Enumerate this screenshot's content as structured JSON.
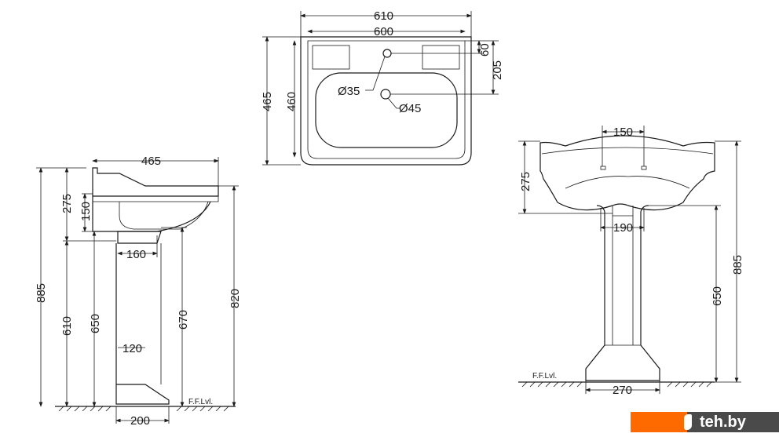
{
  "top_view": {
    "width_outer": "610",
    "width_inner": "600",
    "depth_outer": "465",
    "depth_inner": "460",
    "tap_offset": "60",
    "drain_offset": "205",
    "tap_hole": "Ø35",
    "drain_hole": "Ø45"
  },
  "side_view": {
    "depth": "465",
    "total_height": "885",
    "pedestal_top": "610",
    "basin_height": "275",
    "bowl_depth": "150",
    "pedestal_height": "650",
    "drain_height": "670",
    "rim_height": "820",
    "pedestal_width_top": "160",
    "pedestal_width_mid": "120",
    "base_width": "200",
    "floor_label": "F.F.Lvl."
  },
  "front_view": {
    "tap_spacing": "150",
    "basin_height": "275",
    "pedestal_neck": "190",
    "pedestal_height": "650",
    "total_height": "885",
    "base_width": "270",
    "floor_label": "F.F.Lvl."
  },
  "watermark": {
    "text": "teh.by",
    "colors": {
      "orange": "#ff6a00",
      "gray": "#4a4a4a"
    }
  }
}
